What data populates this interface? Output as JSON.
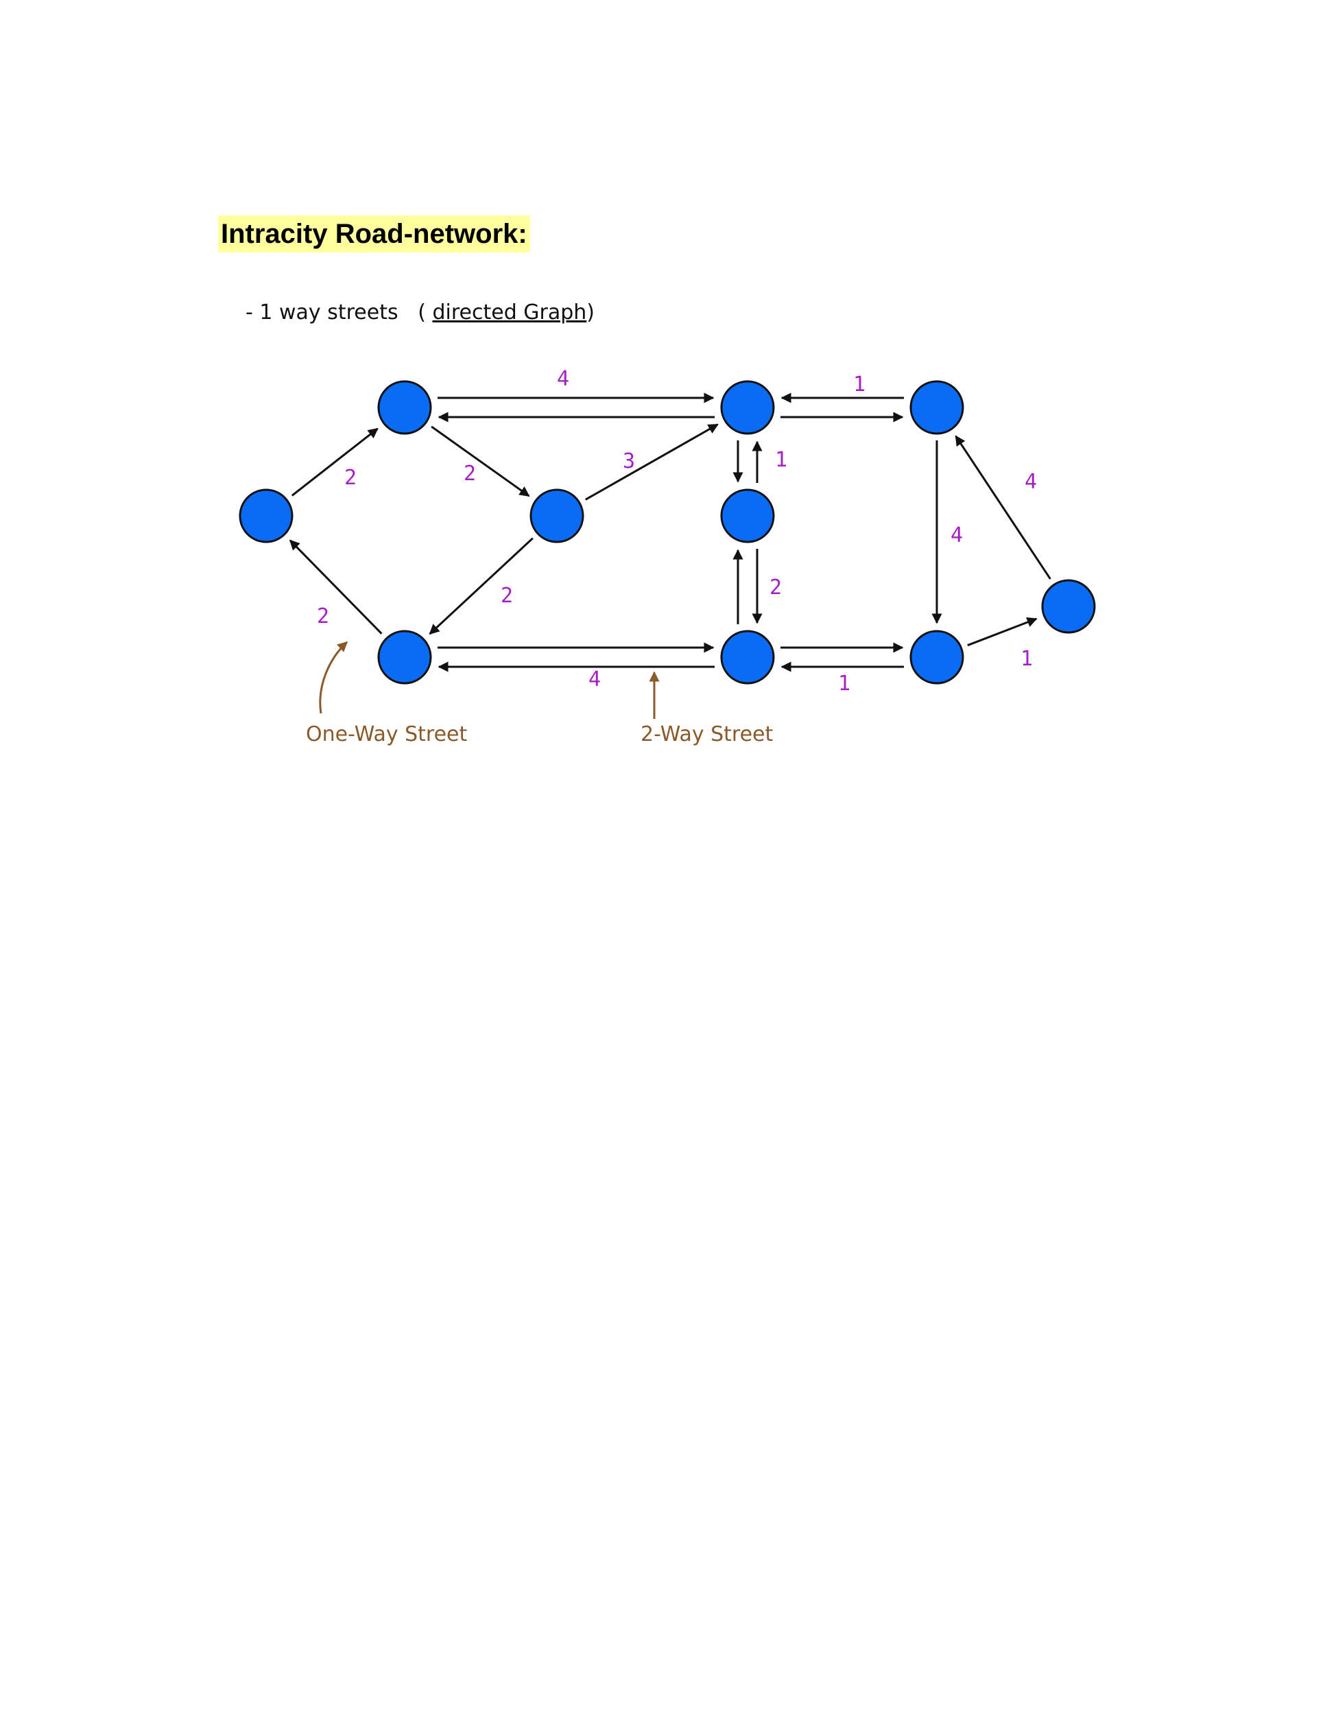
{
  "title": "Intracity Road-network:",
  "bullet": {
    "dash": "-",
    "text": "1 way streets",
    "paren_open": "(",
    "underlined": "directed Graph",
    "paren_close": ")"
  },
  "colors": {
    "node_fill": "#0a6cf5",
    "edge": "#111111",
    "weight": "#a61fc4",
    "annotation": "#8a5a2b",
    "title_highlight": "#ffffa0"
  },
  "nodes": [
    {
      "id": "n-left"
    },
    {
      "id": "n-top-left"
    },
    {
      "id": "n-mid"
    },
    {
      "id": "n-bottom-left"
    },
    {
      "id": "n-top-center"
    },
    {
      "id": "n-center"
    },
    {
      "id": "n-bottom-center"
    },
    {
      "id": "n-top-right"
    },
    {
      "id": "n-bottom-right"
    },
    {
      "id": "n-far-right"
    }
  ],
  "edges": [
    {
      "from": "n-left",
      "to": "n-top-left",
      "weight": "2"
    },
    {
      "from": "n-bottom-left",
      "to": "n-left",
      "weight": "2"
    },
    {
      "from": "n-top-left",
      "to": "n-mid",
      "weight": "2"
    },
    {
      "from": "n-mid",
      "to": "n-bottom-left",
      "weight": "2"
    },
    {
      "from": "n-mid",
      "to": "n-top-center",
      "weight": "3"
    },
    {
      "from": "n-top-left",
      "to": "n-top-center",
      "weight": "4"
    },
    {
      "from": "n-top-center",
      "to": "n-top-left",
      "weight": ""
    },
    {
      "from": "n-top-center",
      "to": "n-center",
      "weight": "1"
    },
    {
      "from": "n-center",
      "to": "n-top-center",
      "weight": ""
    },
    {
      "from": "n-center",
      "to": "n-bottom-center",
      "weight": "2"
    },
    {
      "from": "n-bottom-center",
      "to": "n-center",
      "weight": ""
    },
    {
      "from": "n-bottom-left",
      "to": "n-bottom-center",
      "weight": "4"
    },
    {
      "from": "n-bottom-center",
      "to": "n-bottom-left",
      "weight": ""
    },
    {
      "from": "n-top-right",
      "to": "n-top-center",
      "weight": "1"
    },
    {
      "from": "n-top-center",
      "to": "n-top-right",
      "weight": ""
    },
    {
      "from": "n-top-right",
      "to": "n-bottom-right",
      "weight": "4"
    },
    {
      "from": "n-bottom-center",
      "to": "n-bottom-right",
      "weight": "1"
    },
    {
      "from": "n-bottom-right",
      "to": "n-bottom-center",
      "weight": ""
    },
    {
      "from": "n-bottom-right",
      "to": "n-far-right",
      "weight": "1"
    },
    {
      "from": "n-far-right",
      "to": "n-top-right",
      "weight": "4"
    }
  ],
  "annotations": {
    "one_way": "One-Way Street",
    "two_way": "2-Way Street"
  }
}
